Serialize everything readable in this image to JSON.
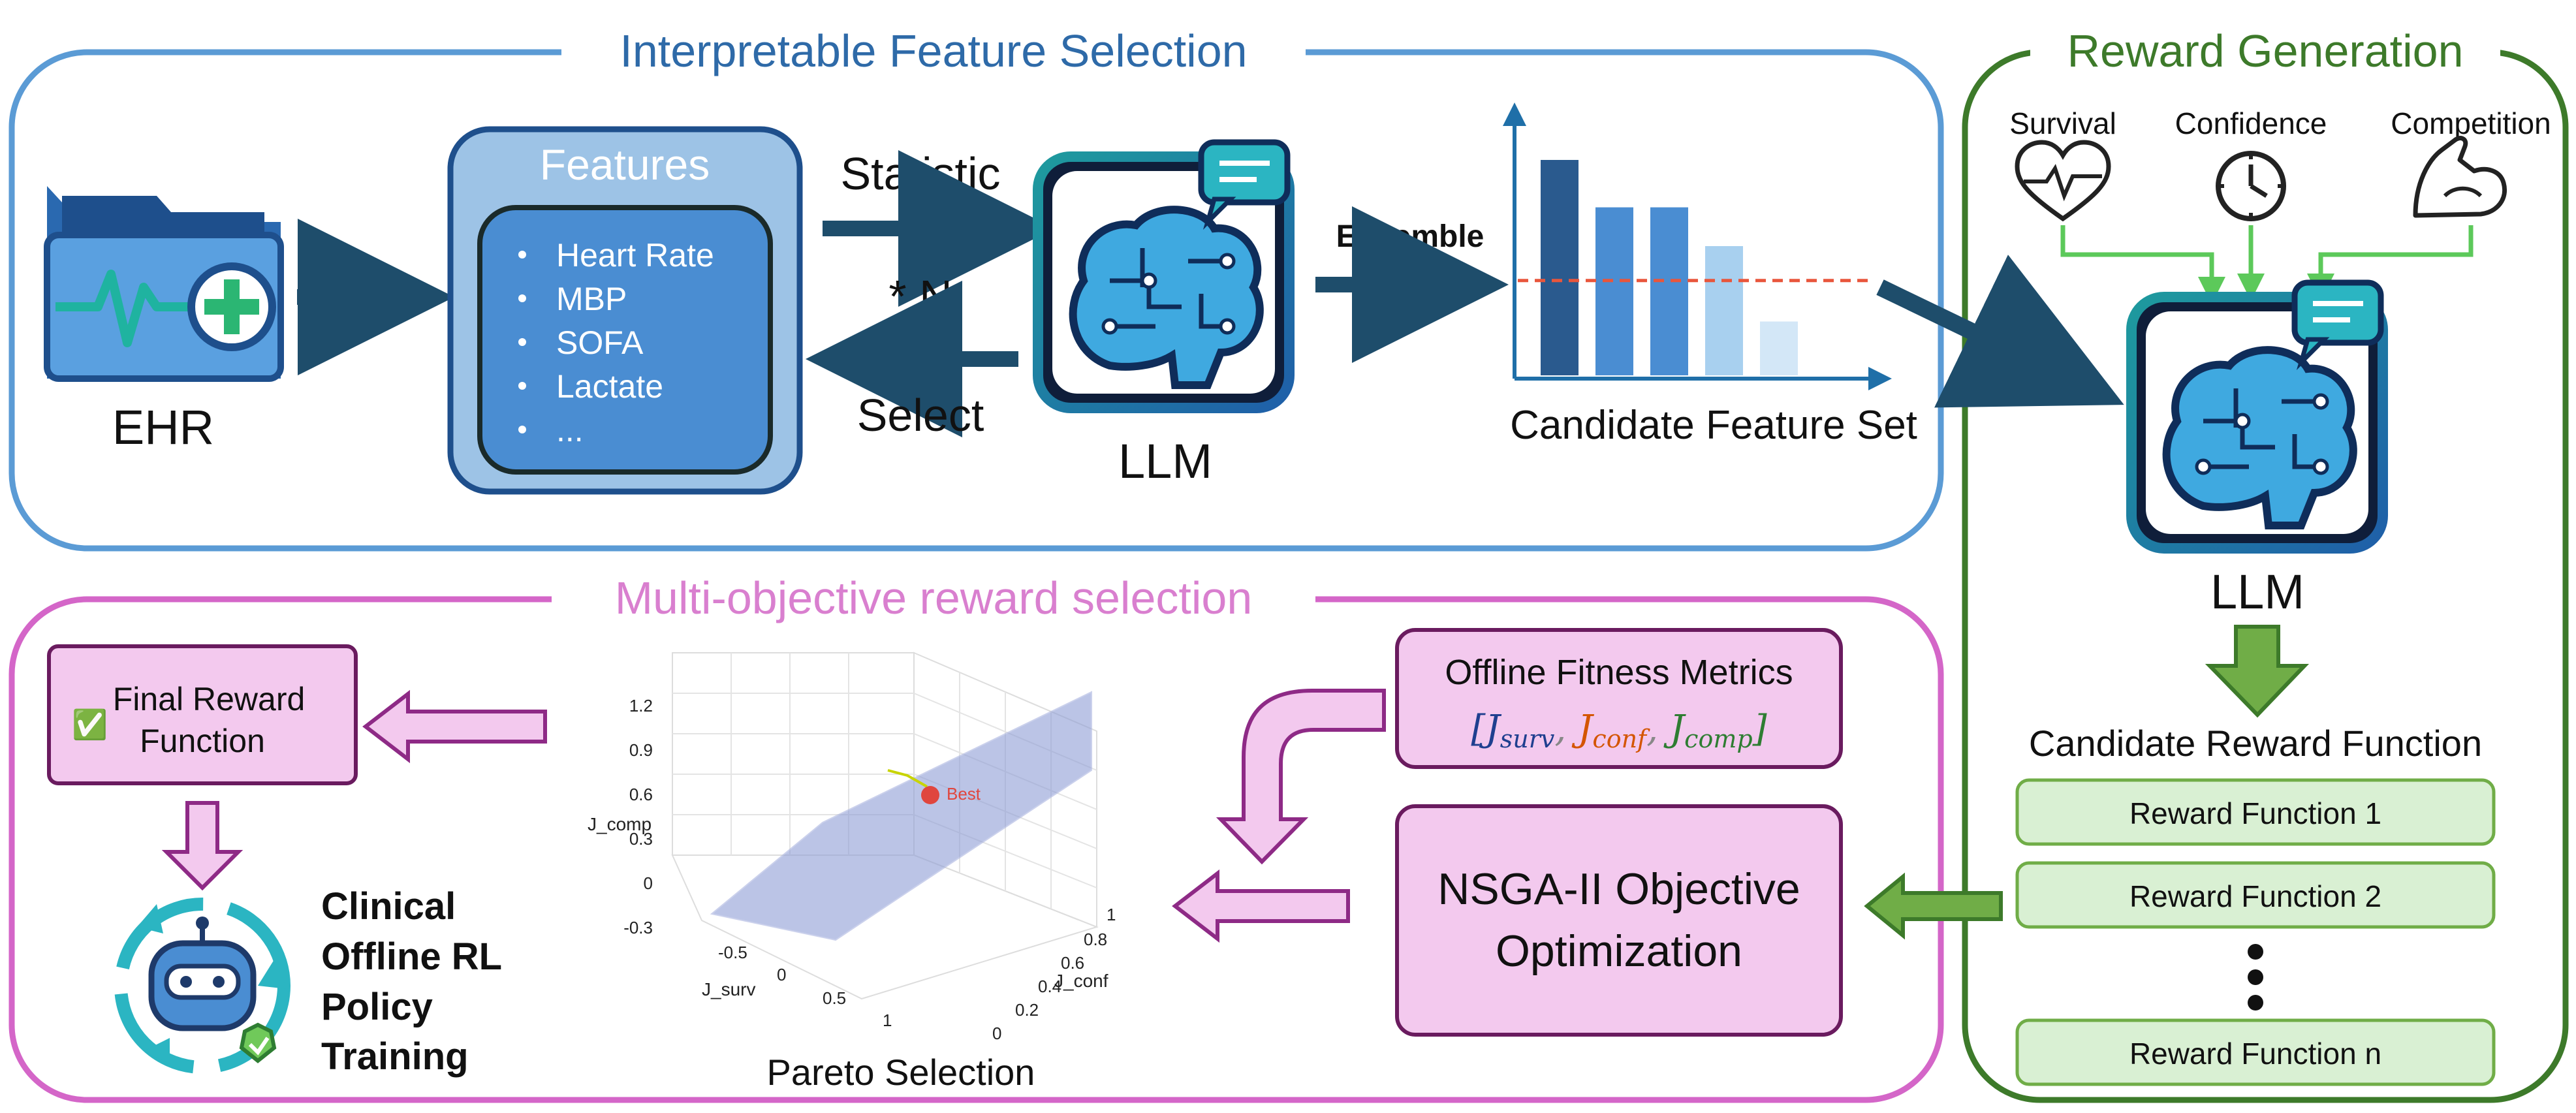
{
  "sections": {
    "feature_selection": {
      "title": "Interpretable Feature Selection"
    },
    "reward_generation": {
      "title": "Reward Generation"
    },
    "reward_selection": {
      "title": "Multi-objective reward selection"
    }
  },
  "ehr": {
    "label": "EHR",
    "icon": "ehr-folder-icon"
  },
  "features": {
    "title": "Features",
    "items": [
      "Heart Rate",
      "MBP",
      "SOFA",
      "Lactate",
      "..."
    ]
  },
  "loop": {
    "statistic": "Statistic",
    "times_n": "* N",
    "select": "Select"
  },
  "llm": {
    "label": "LLM",
    "icon": "llm-brain-icon"
  },
  "ensemble": {
    "label": "Ensemble"
  },
  "candidate_set": {
    "label": "Candidate Feature Set",
    "bar_values": [
      1.0,
      0.78,
      0.78,
      0.6,
      0.25
    ],
    "threshold": 0.44,
    "bar_colors": [
      "#2a5a8e",
      "#4a8dd2",
      "#4a8dd2",
      "#a8d0ef",
      "#d3e7f7"
    ]
  },
  "reward_generation": {
    "inputs": [
      {
        "label": "Survival",
        "icon": "heart-pulse-icon"
      },
      {
        "label": "Confidence",
        "icon": "clock-icon"
      },
      {
        "label": "Competition",
        "icon": "flexed-arm-icon"
      }
    ],
    "llm_label": "LLM",
    "candidate_title": "Candidate Reward Function",
    "functions": [
      "Reward Function 1",
      "Reward Function 2",
      "Reward Function n"
    ]
  },
  "fitness": {
    "title": "Offline Fitness Metrics",
    "metrics": [
      "J",
      "surv",
      "J",
      "conf",
      "J",
      "comp"
    ],
    "metric_colors": [
      "#1f3f8f",
      "#d45500",
      "#2e7d32"
    ]
  },
  "nsga": {
    "line1": "NSGA-II Objective",
    "line2": "Optimization"
  },
  "pareto": {
    "label": "Pareto Selection",
    "best_label": "Best",
    "axes": {
      "x": "J_surv",
      "y": "J_conf",
      "z": "J_comp"
    },
    "x_ticks": [
      "-0.5",
      "0",
      "0.5",
      "1"
    ],
    "y_ticks": [
      "0",
      "0.2",
      "0.4",
      "0.6",
      "0.8",
      "1"
    ],
    "z_ticks": [
      "-0.3",
      "0",
      "0.3",
      "0.6",
      "0.9",
      "1.2"
    ]
  },
  "final_reward": {
    "line1": "Final Reward",
    "line2": "Function",
    "check": "✅"
  },
  "training": {
    "lines": [
      "Clinical",
      "Offline RL",
      "Policy",
      "Training"
    ],
    "icon": "robot-cycle-icon"
  },
  "colors": {
    "blue_frame": "#5b9bd5",
    "green_frame": "#3d7a2a",
    "pink_frame": "#d466c8",
    "dark_arrow": "#1e4d6b",
    "green_arrow": "#70ad47",
    "pink_box": "#f3c9ee"
  }
}
